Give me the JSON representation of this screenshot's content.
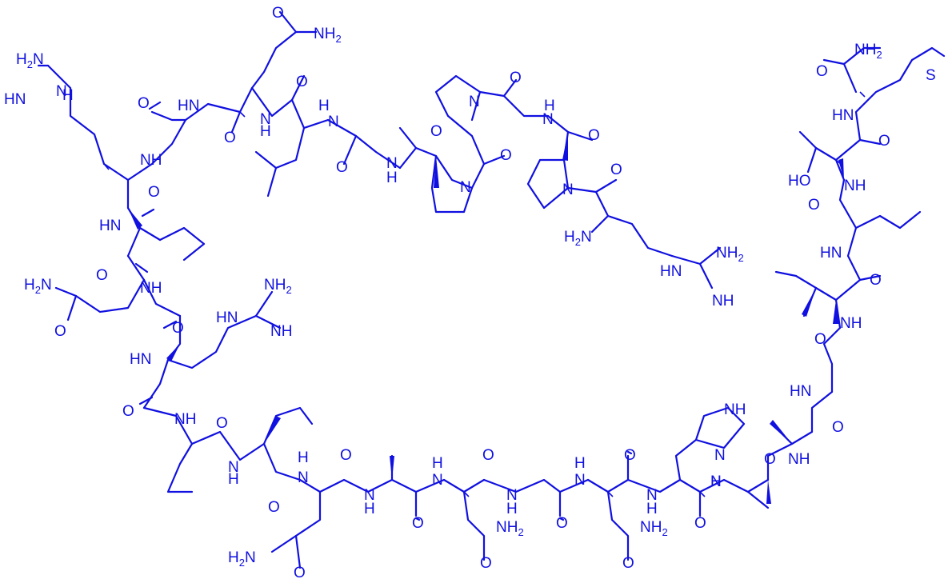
{
  "molecule": {
    "description_color": "#1010e0",
    "atom_colour": "#1010e0",
    "labels": {
      "o": "O",
      "n": "N",
      "nh": "NH",
      "hn": "HN",
      "h": "H",
      "nh2": "NH2",
      "h2n": "H2N",
      "s": "S",
      "ho": "HO"
    }
  }
}
